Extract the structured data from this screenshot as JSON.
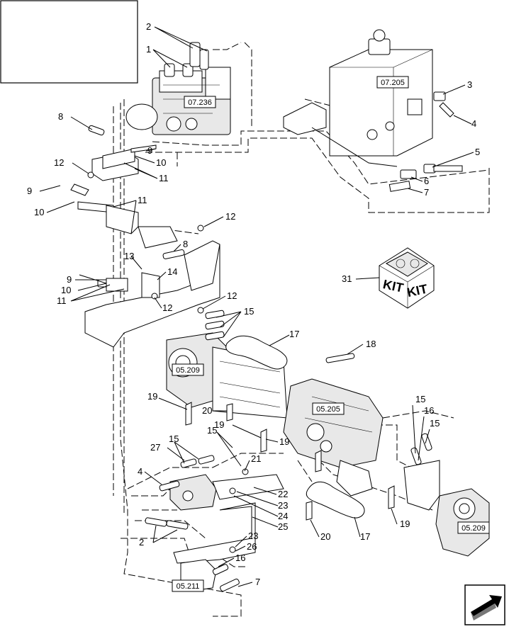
{
  "page": {
    "title_box": ""
  },
  "refs": {
    "r07_236": "07.236",
    "r07_205": "07.205",
    "r05_209_left": "05.209",
    "r05_205": "05.205",
    "r05_209_right": "05.209",
    "r05_211": "05.211"
  },
  "kit": {
    "label1": "KIT",
    "label2": "KIT",
    "number": "31"
  },
  "callouts": {
    "c1": "1",
    "c2a": "2",
    "c2b": "2",
    "c3": "3",
    "c4a": "4",
    "c4b": "4",
    "c5": "5",
    "c6": "6",
    "c7a": "7",
    "c7b": "7",
    "c8a": "8",
    "c8b": "8",
    "c9a": "9",
    "c9b": "9",
    "c9c": "9",
    "c10a": "10",
    "c10b": "10",
    "c10c": "10",
    "c11a": "11",
    "c11b": "11",
    "c11c": "11",
    "c12a": "12",
    "c12b": "12",
    "c12c": "12",
    "c12d": "12",
    "c13": "13",
    "c14": "14",
    "c15a": "15",
    "c15b": "15",
    "c15c": "15",
    "c15d": "15",
    "c15e": "15",
    "c16a": "16",
    "c16b": "16",
    "c17a": "17",
    "c17b": "17",
    "c18": "18",
    "c19a": "19",
    "c19b": "19",
    "c19c": "19",
    "c19d": "19",
    "c20a": "20",
    "c20b": "20",
    "c21": "21",
    "c22": "22",
    "c23a": "23",
    "c23b": "23",
    "c24": "24",
    "c25": "25",
    "c26": "26",
    "c27": "27"
  },
  "icons": {
    "nav": "next-page-arrow-icon"
  }
}
